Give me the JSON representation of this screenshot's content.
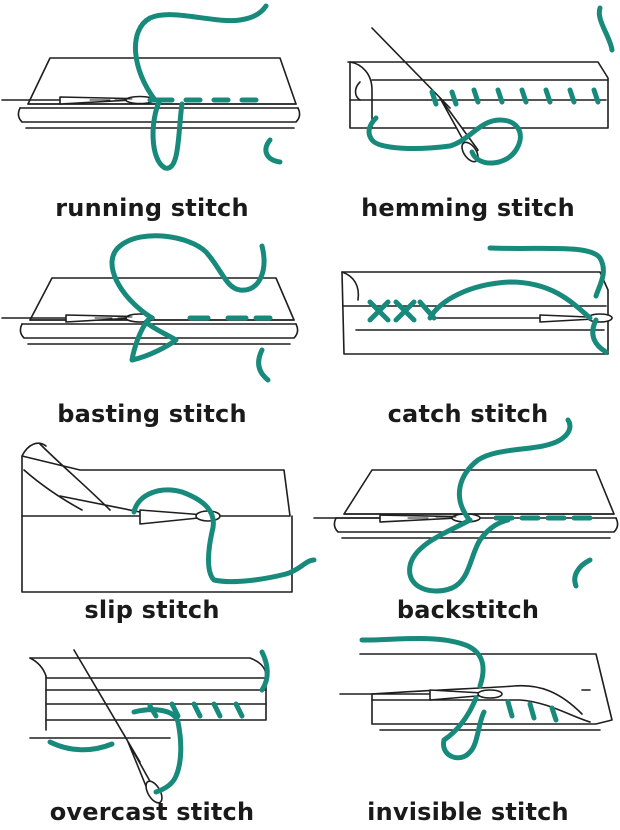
{
  "colors": {
    "thread": "#178a7c",
    "line": "#1e1e1e",
    "paper": "#ffffff"
  },
  "panels": [
    {
      "name": "running-stitch",
      "label": "running stitch"
    },
    {
      "name": "hemming-stitch",
      "label": "hemming stitch"
    },
    {
      "name": "basting-stitch",
      "label": "basting stitch"
    },
    {
      "name": "catch-stitch",
      "label": "catch stitch"
    },
    {
      "name": "slip-stitch",
      "label": "slip stitch"
    },
    {
      "name": "backstitch",
      "label": "backstitch"
    },
    {
      "name": "overcast-stitch",
      "label": "overcast stitch"
    },
    {
      "name": "invisible-stitch",
      "label": "invisible stitch"
    }
  ]
}
